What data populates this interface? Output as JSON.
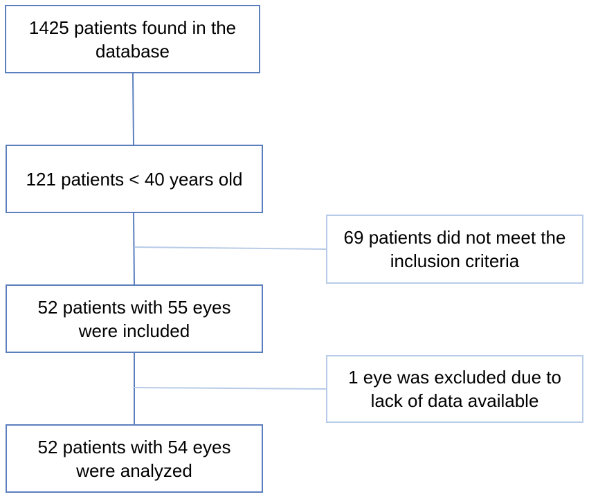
{
  "flowchart": {
    "steps": [
      {
        "text": "1425 patients found in the\ndatabase"
      },
      {
        "text": "121 patients < 40 years old"
      },
      {
        "text": "52 patients with 55 eyes\nwere included"
      },
      {
        "text": "52 patients with 54 eyes\nwere analyzed"
      }
    ],
    "exclusions": [
      {
        "text": "69 patients did not meet the\ninclusion criteria"
      },
      {
        "text": "1 eye was excluded due to\nlack of data available"
      }
    ],
    "colors": {
      "main_border": "#5b7fbd",
      "side_border": "#b8cbe8",
      "main_connector": "#5b7fbd",
      "side_connector": "#b8cbe8"
    }
  }
}
